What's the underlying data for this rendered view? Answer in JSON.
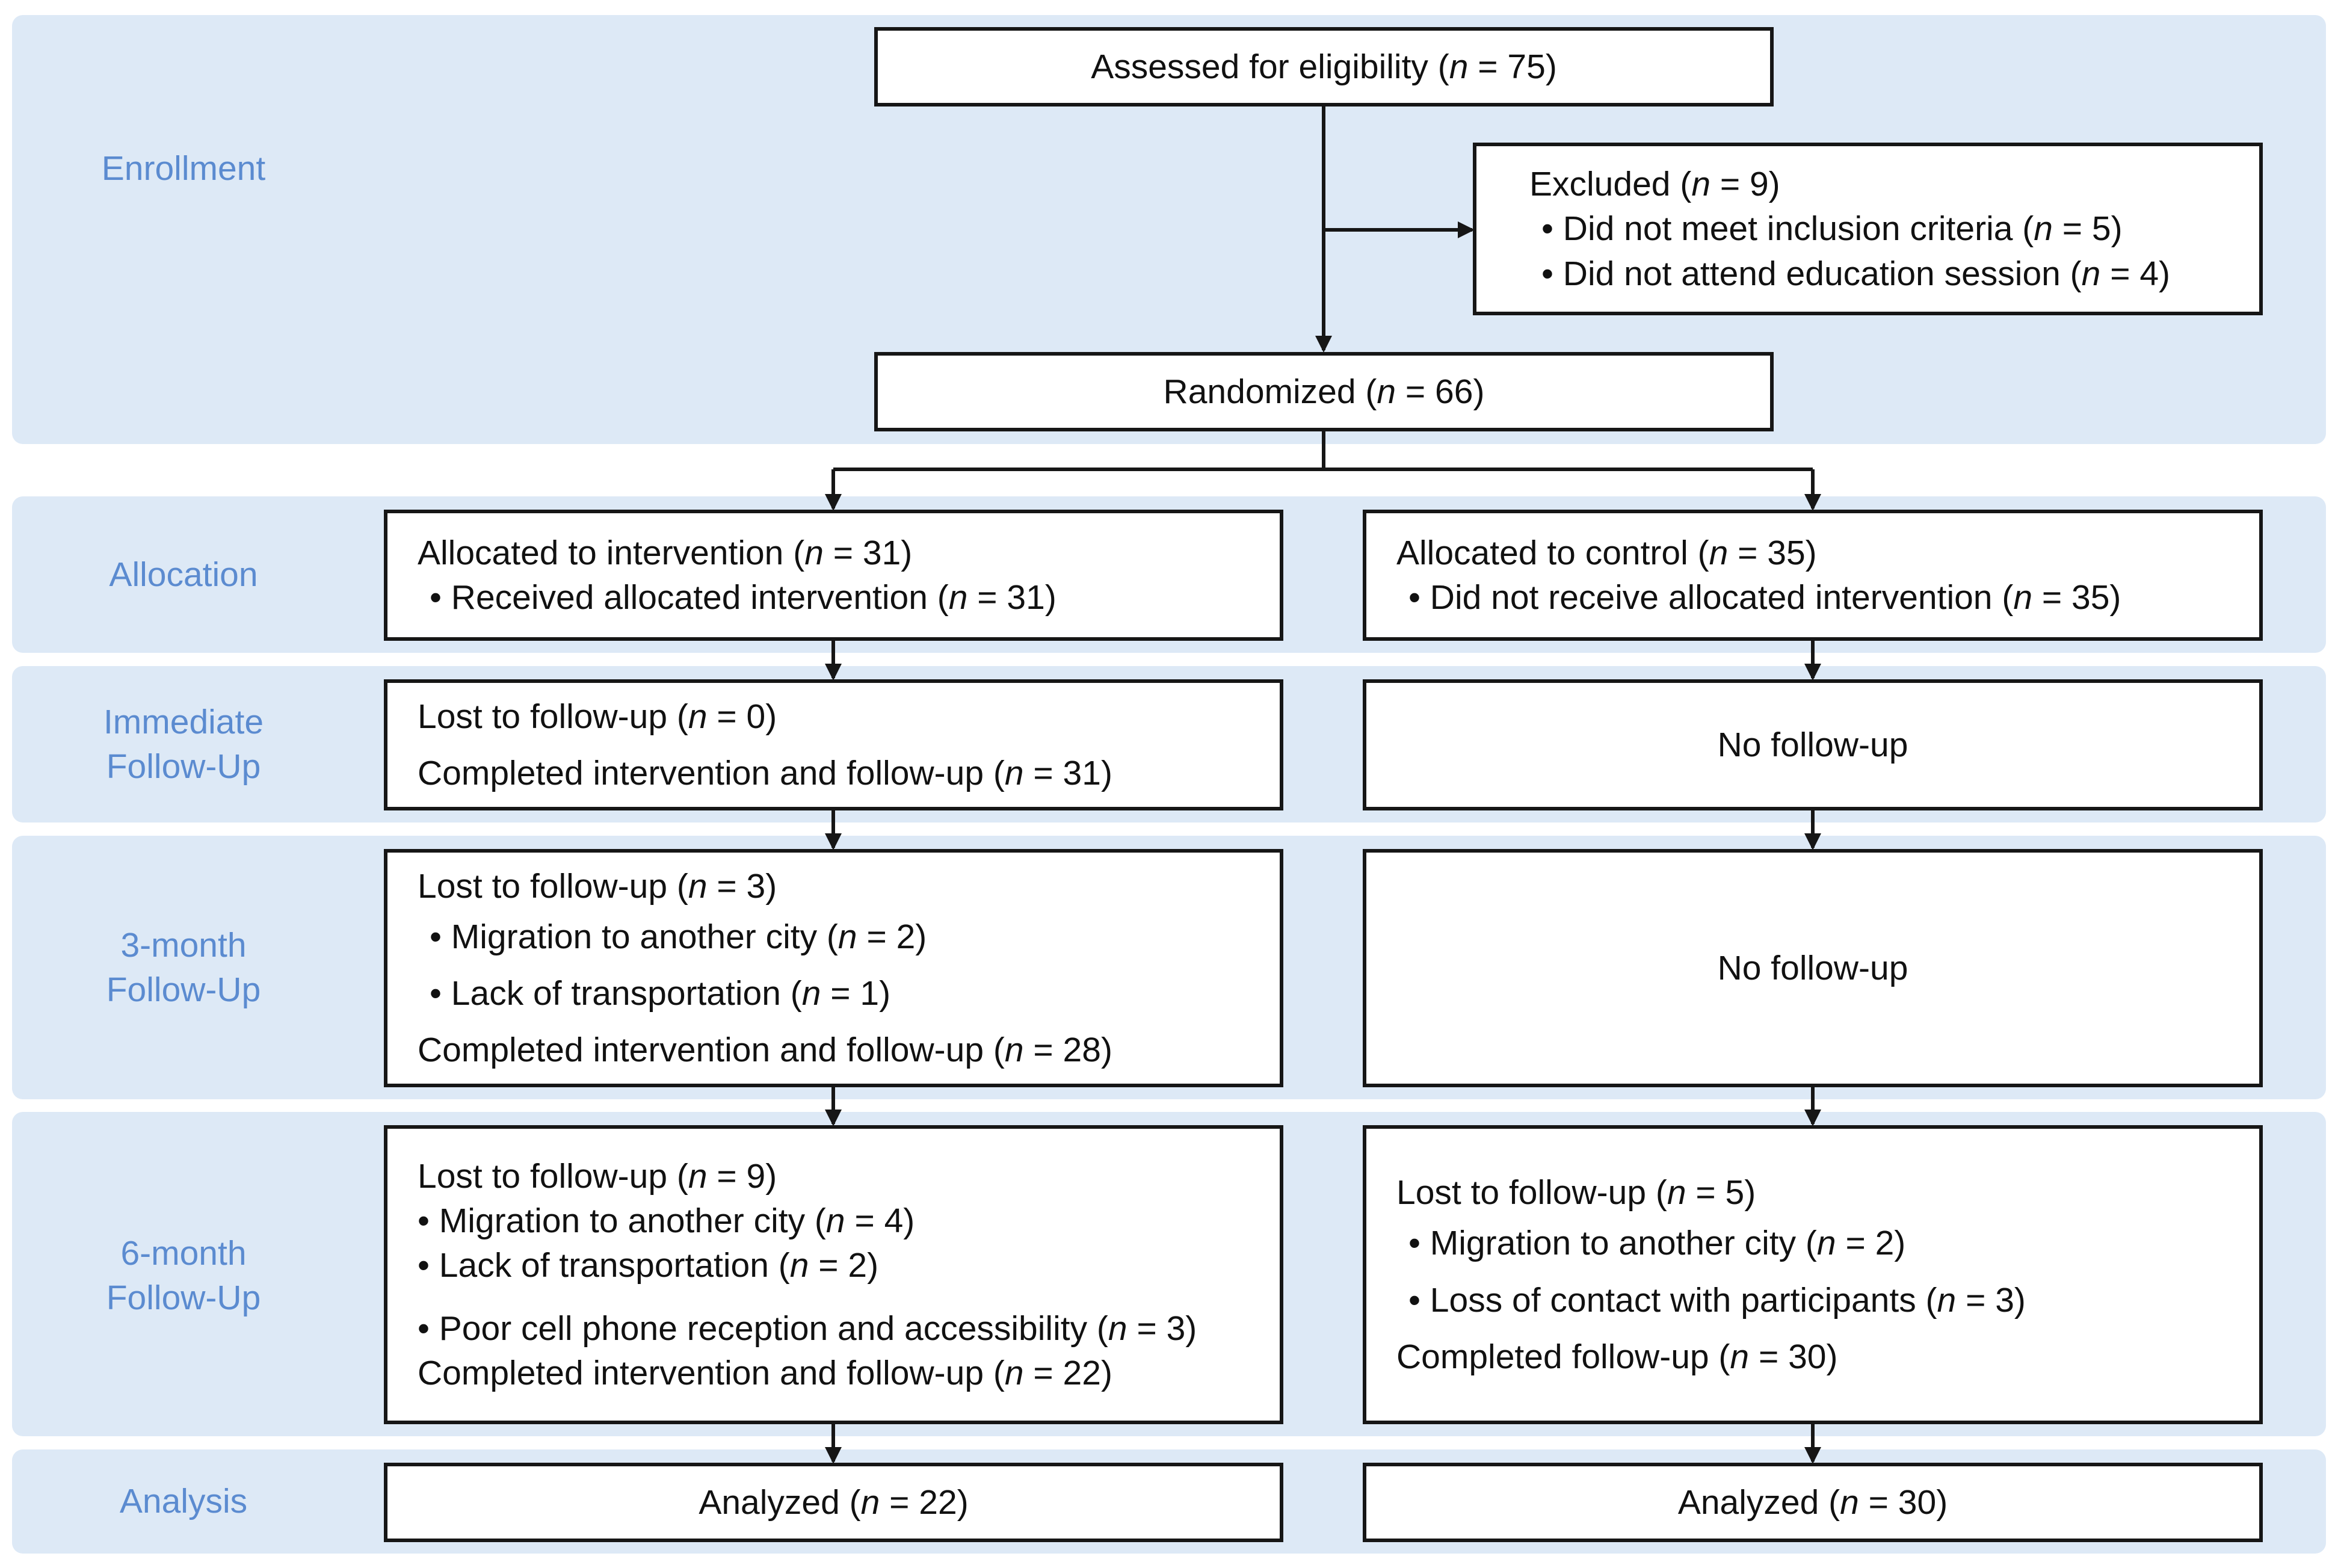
{
  "stages": {
    "enrollment": "Enrollment",
    "allocation": "Allocation",
    "immediate": [
      "Immediate",
      "Follow-Up"
    ],
    "three_month": [
      "3-month",
      "Follow-Up"
    ],
    "six_month": [
      "6-month",
      "Follow-Up"
    ],
    "analysis": "Analysis"
  },
  "nvar": "n",
  "assessed": {
    "pre": "Assessed for eligibility (",
    "post": " = 75)"
  },
  "excluded": {
    "title": {
      "pre": "Excluded (",
      "post": " = 9)"
    },
    "items": [
      {
        "pre": "• Did not meet inclusion criteria (",
        "post": " = 5)"
      },
      {
        "pre": "• Did not attend education session (",
        "post": " = 4)"
      }
    ]
  },
  "randomized": {
    "pre": "Randomized (",
    "post": " = 66)"
  },
  "intervention": {
    "allocation": {
      "title": {
        "pre": "Allocated to intervention (",
        "post": " =  31)"
      },
      "items": [
        {
          "pre": "• Received allocated intervention (",
          "post": " = 31)"
        }
      ]
    },
    "immediate": {
      "lost": {
        "pre": "Lost to follow-up (",
        "post": " = 0)"
      },
      "completed": {
        "pre": "Completed intervention and follow-up (",
        "post": " = 31)"
      }
    },
    "three_month": {
      "lost": {
        "pre": "Lost to follow-up (",
        "post": " = 3)"
      },
      "items": [
        {
          "pre": "• Migration to another city (",
          "post": " = 2)"
        },
        {
          "pre": "• Lack of transportation (",
          "post": " = 1)"
        }
      ],
      "completed": {
        "pre": "Completed intervention and follow-up (",
        "post": " = 28)"
      }
    },
    "six_month": {
      "lost": {
        "pre": "Lost to follow-up (",
        "post": " = 9)"
      },
      "items": [
        {
          "pre": "• Migration to another city (",
          "post": " = 4)"
        },
        {
          "pre": "• Lack of transportation (",
          "post": " = 2)"
        },
        {
          "pre": "• Poor cell phone reception and accessibility (",
          "post": " = 3)"
        }
      ],
      "completed": {
        "pre": "Completed intervention and follow-up (",
        "post": " = 22)"
      }
    },
    "analysis": {
      "pre": "Analyzed (",
      "post": " = 22)"
    }
  },
  "control": {
    "allocation": {
      "title": {
        "pre": "Allocated to control (",
        "post": " = 35)"
      },
      "items": [
        {
          "pre": "• Did not receive allocated intervention (",
          "post": " = 35)"
        }
      ]
    },
    "immediate": "No follow-up",
    "three_month": "No follow-up",
    "six_month": {
      "lost": {
        "pre": "Lost to follow-up (",
        "post": " = 5)"
      },
      "items": [
        {
          "pre": "• Migration to another city (",
          "post": " = 2)"
        },
        {
          "pre": "• Loss of contact with participants (",
          "post": " = 3)"
        }
      ],
      "completed": {
        "pre": "Completed follow-up (",
        "post": " = 30)"
      }
    },
    "analysis": {
      "pre": "Analyzed (",
      "post": " = 30)"
    }
  }
}
